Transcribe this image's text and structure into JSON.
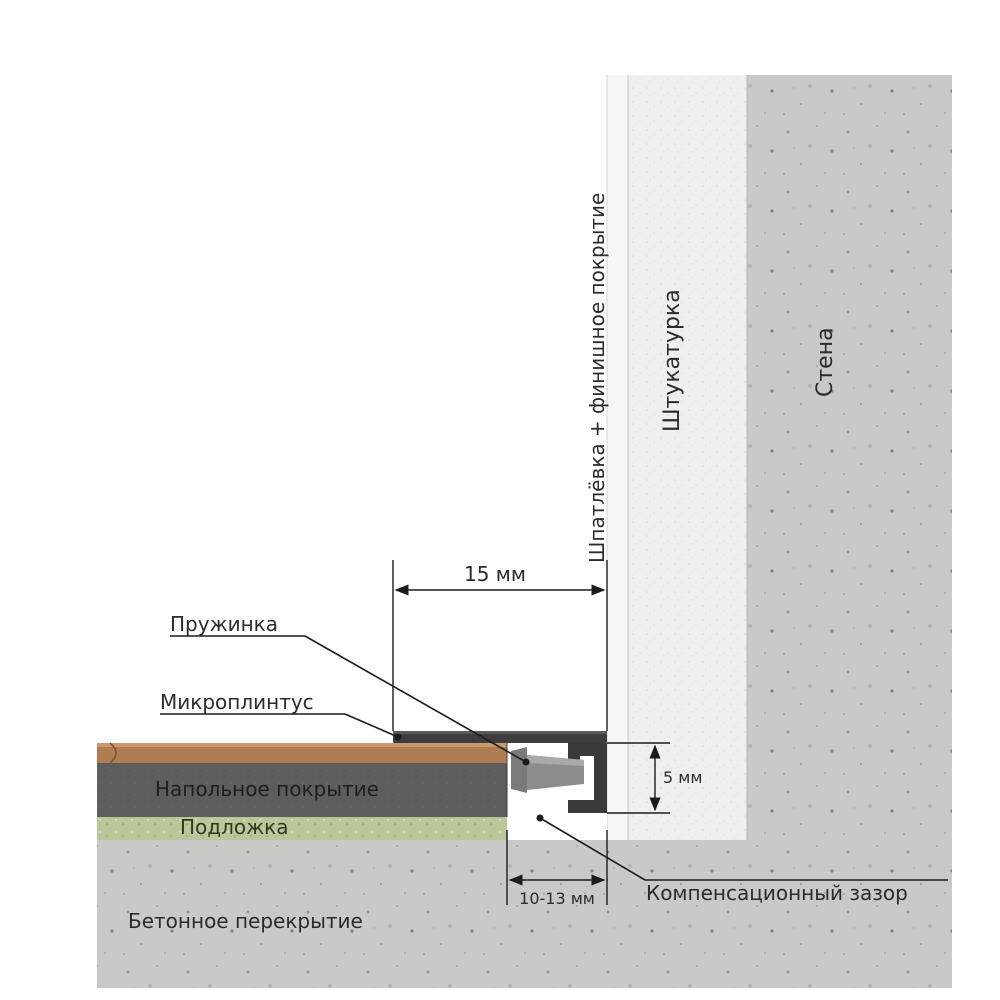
{
  "labels": {
    "putty": "Шпатлёвка + финишное покрытие",
    "plaster": "Штукатурка",
    "wall": "Стена",
    "spring": "Пружинка",
    "skirting": "Микроплинтус",
    "floor_covering": "Напольное покрытие",
    "underlay": "Подложка",
    "slab": "Бетонное перекрытие",
    "gap": "Компенсационный зазор"
  },
  "dimensions": {
    "width_15": "15 мм",
    "height_5": "5 мм",
    "gap_10_13": "10-13 мм"
  },
  "colors": {
    "concrete": "#c9c9c7",
    "plaster": "#efefed",
    "putty": "#f6f6f4",
    "laminate_top": "#b07d52",
    "floor_dark": "#5d5d5d",
    "underlay": "#b9c79a",
    "profile": "#3a3a3a"
  }
}
